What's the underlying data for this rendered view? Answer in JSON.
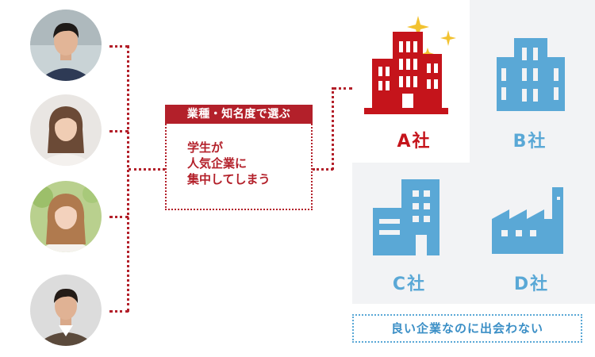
{
  "colors": {
    "accent_red": "#b3202a",
    "company_red": "#c5141b",
    "company_blue": "#5aa8d6",
    "panel_gray": "#f2f3f5"
  },
  "students": [
    {
      "icon": "student-male-1-photo"
    },
    {
      "icon": "student-female-1-photo"
    },
    {
      "icon": "student-female-2-photo"
    },
    {
      "icon": "student-male-2-photo"
    }
  ],
  "selection": {
    "header": "業種・知名度で選ぶ",
    "body_lines": [
      "学生が",
      "人気企業に",
      "集中してしまう"
    ]
  },
  "companies": [
    {
      "label": "A社",
      "icon": "office-building-icon",
      "color": "red"
    },
    {
      "label": "B社",
      "icon": "office-building-icon",
      "color": "blue"
    },
    {
      "label": "C社",
      "icon": "office-building-icon",
      "color": "blue"
    },
    {
      "label": "D社",
      "icon": "factory-icon",
      "color": "blue"
    }
  ],
  "caption": "良い企業なのに出会わない"
}
